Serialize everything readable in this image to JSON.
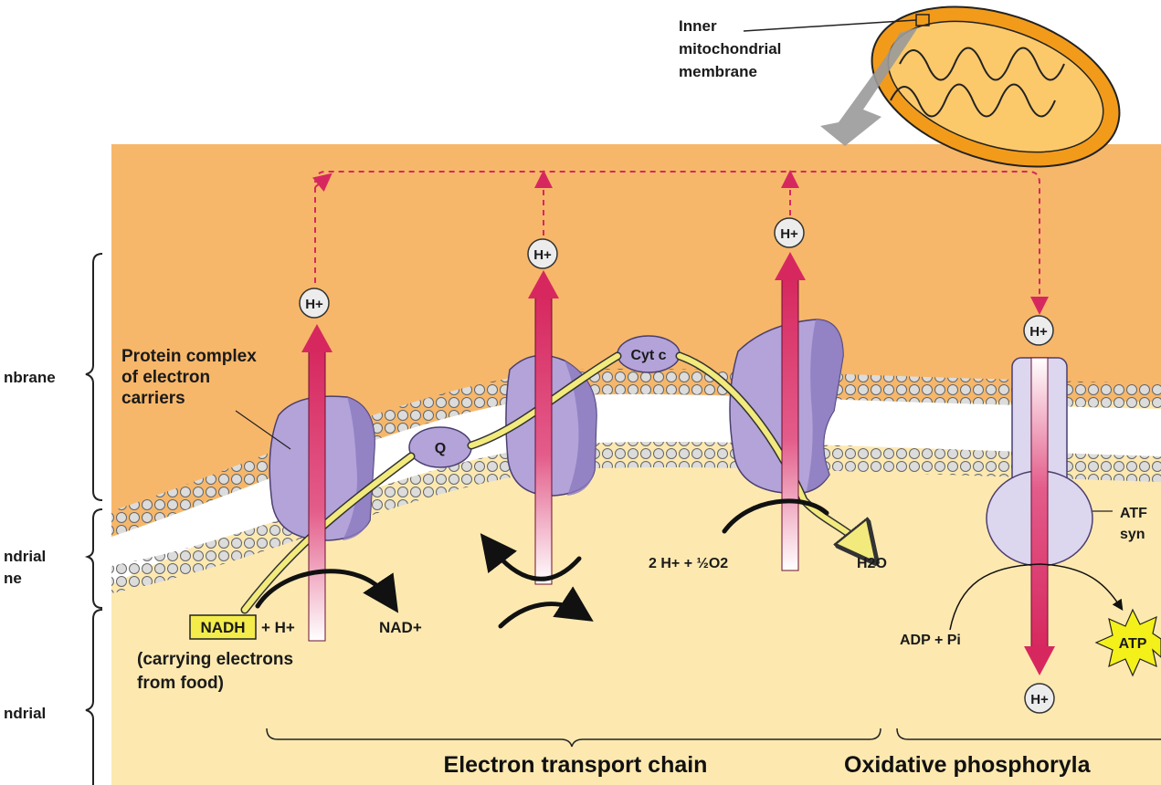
{
  "colors": {
    "intermembrane_space": "#f7b76a",
    "matrix": "#fde9b0",
    "protein": "#b3a3d9",
    "proton_arrow": "#d6285f",
    "electron_path": "#f2ea7c",
    "mitochondrion": "#f29b1a",
    "atp_star": "#f4f01a"
  },
  "labels": {
    "inner_membrane_callout": [
      "Inner",
      "mitochondrial",
      "membrane"
    ],
    "protein_complex": [
      "Protein complex",
      "of electron",
      "carriers"
    ],
    "left_membrane": "nbrane",
    "left_middle": [
      "ndrial",
      "ne"
    ],
    "left_bottom": "ndrial",
    "q": "Q",
    "cyt_c": "Cyt c",
    "nadh": "NADH",
    "nadh_plus_h": "+ H+",
    "nad_plus": "NAD+",
    "carrying": [
      "(carrying electrons",
      "from food)"
    ],
    "two_h_half_o2": "2 H+ + ½O2",
    "water": "H2O",
    "adp_pi": "ADP + Pi",
    "atp": "ATP",
    "atp_synthase": [
      "ATF",
      "syn"
    ],
    "proton": "H+",
    "electron_transport_chain": "Electron transport chain",
    "oxidative_phosphorylation": "Oxidative phosphoryla"
  }
}
